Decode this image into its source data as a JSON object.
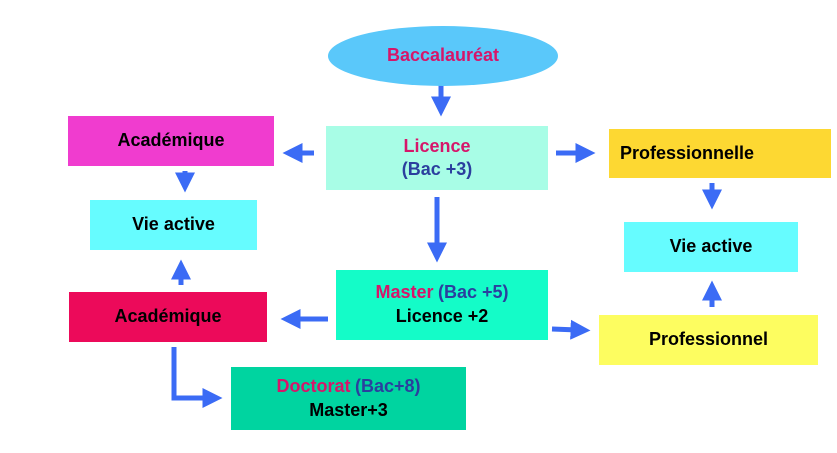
{
  "nodes": {
    "bac": {
      "label": "Baccalauréat",
      "fill": "#5ac8fa",
      "text": "#d6166a"
    },
    "licence": {
      "name": "Licence",
      "detail": "(Bac +3)",
      "fill": "#a8fde6"
    },
    "acad1": {
      "label": "Académique",
      "fill": "#f03ccf"
    },
    "vie1": {
      "label": "Vie active",
      "fill": "#66fcff"
    },
    "pro1": {
      "label": "Professionnelle",
      "fill": "#fdd832"
    },
    "vie2": {
      "label": "Vie active",
      "fill": "#66fcff"
    },
    "master": {
      "name": "Master",
      "detail": "(Bac +5)",
      "line2": "Licence +2",
      "fill": "#14fcc8"
    },
    "acad2": {
      "label": "Académique",
      "fill": "#ec0a5a"
    },
    "pro2": {
      "label": "Professionnel",
      "fill": "#fdfd60"
    },
    "doctorat": {
      "name": "Doctorat",
      "detail": "(Bac+8)",
      "line2": "Master+3",
      "fill": "#00d4a0"
    }
  },
  "colors": {
    "arrow": "#3b6bf5",
    "name_text": "#d6166a",
    "detail_text": "#2b3f9e"
  }
}
